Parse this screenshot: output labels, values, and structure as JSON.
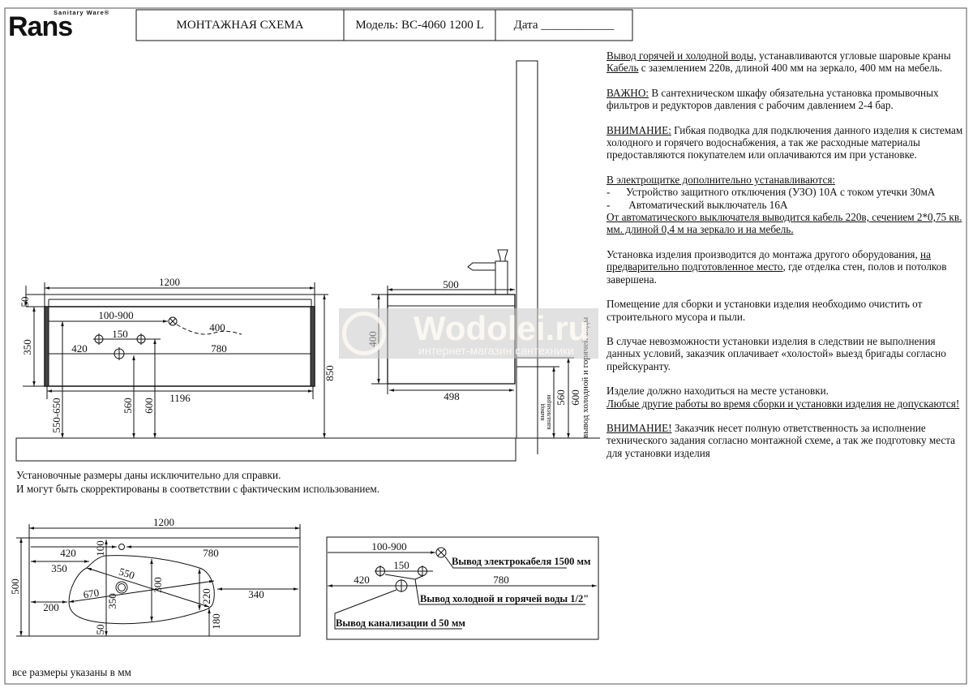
{
  "header": {
    "logo_text": "Rans",
    "logo_sub": "Sanitary Ware®",
    "title": "МОНТАЖНАЯ СХЕМА",
    "model": "Модель: BC-4060 1200 L",
    "date_label": "Дата ____________"
  },
  "front_view": {
    "width_top": "1200",
    "width_bottom": "1196",
    "top_thickness": "50",
    "body_height": "350",
    "total_height": "850",
    "cable_offset": "100-900",
    "cable_length": "400",
    "water_spacing": "150",
    "drain_left": "420",
    "drain_right": "780",
    "mount_height": "550-650",
    "drain_height": "560",
    "water_height": "600"
  },
  "side_view": {
    "depth_top": "500",
    "depth_bottom": "498",
    "height": "400",
    "drain_height": "560",
    "water_height": "600",
    "drain_label_1": "вывод",
    "drain_label_2": "канализации",
    "water_label": "вывод холодной и горячей воды"
  },
  "watermark": {
    "title": "Wodolei.ru",
    "subtitle": "интернет-магазин сантехники"
  },
  "disclaimer": {
    "line1": "Установочные размеры даны исключительно для справки.",
    "line2": "И могут быть скорректированы в соответствии с фактическим использованием."
  },
  "top_view": {
    "width": "1200",
    "depth": "500",
    "hole_left": "420",
    "hole_right": "780",
    "hole_back": "100",
    "basin_left": "350",
    "basin_diag": "550",
    "basin_depth": "300",
    "basin_length": "670",
    "basin_side_left": "200",
    "basin_front": "350",
    "basin_right_height": "220",
    "basin_right": "340",
    "front_gap": "50",
    "right_front": "180"
  },
  "connections_view": {
    "cable_offset": "100-900",
    "water_spacing": "150",
    "left": "420",
    "right": "780",
    "cable_label": "Вывод электрокабеля 1500 мм",
    "water_label": "Вывод холодной и горячей воды 1/2\"",
    "drain_label": "Вывод канализации d 50 мм"
  },
  "units_note": "все размеры указаны в мм",
  "notes": {
    "p1_u": "Вывод горячей и холодной воды,",
    "p1_rest": " устанавливаются угловые шаровые краны",
    "p1b_u": "Кабель",
    "p1b_rest": " с заземлением 220в, длиной 400 мм на зеркало, 400 мм на мебель.",
    "p2_u": "ВАЖНО:",
    "p2_rest": " В сантехническом шкафу обязательна установка промывочных фильтров и редукторов давления с рабочим давлением 2-4 бар.",
    "p3_u": "ВНИМАНИЕ:",
    "p3_rest": " Гибкая подводка для подключения данного изделия к системам холодного и горячего водоснабжения, а так же расходные материалы предоставляются покупателем или оплачиваются им при установке.",
    "p4_head": "В электрощитке дополнительно устанавливаются:",
    "p4_item1": "Устройство защитного отключения (УЗО) 10А с током утечки 30мА",
    "p4_item2": "Автоматический выключатель 16А",
    "p4_tail": "От автоматического выключателя выводится кабель 220в, сечением 2*0,75 кв. мм. длиной 0,4 м на зеркало и на мебель.",
    "p5_a": "Установка изделия производится до монтажа другого оборудования, ",
    "p5_u": "на предварительно подготовленное место",
    "p5_b": ", где отделка стен, полов и потолков завершена.",
    "p6": "Помещение для сборки и установки изделия необходимо очистить от строительного мусора и пыли.",
    "p7": "В случае невозможности установки изделия в следствии не выполнения данных условий, заказчик оплачивает «холостой» выезд бригады согласно прейскуранту.",
    "p8": "Изделие должно находиться на месте установки.",
    "p8_u": "Любые другие работы во время сборки и установки изделия не допускаются!",
    "p9_u": "ВНИМАНИЕ!",
    "p9_rest": " Заказчик несет полную ответственность за исполнение технического задания согласно монтажной схеме, а так же подготовку места для установки изделия"
  }
}
